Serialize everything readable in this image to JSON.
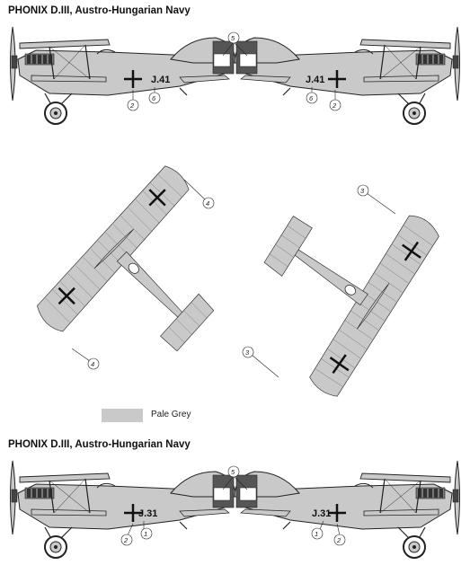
{
  "titles": {
    "top": "PHONIX D.III, Austro-Hungarian Navy",
    "bottom": "PHONIX D.III, Austro-Hungarian Navy"
  },
  "legend": {
    "label": "Pale Grey",
    "color": "#c9c9c9"
  },
  "aircraft_top": {
    "registration": "J.41",
    "callouts": [
      "2",
      "5",
      "6"
    ]
  },
  "plan_views": {
    "callouts": [
      "4",
      "4",
      "3",
      "3"
    ]
  },
  "aircraft_bottom": {
    "registration": "J.31",
    "callouts": [
      "1",
      "2",
      "5"
    ]
  },
  "colors": {
    "fabric": "#c9c9c9",
    "outline": "#222222",
    "engine": "#555555"
  }
}
